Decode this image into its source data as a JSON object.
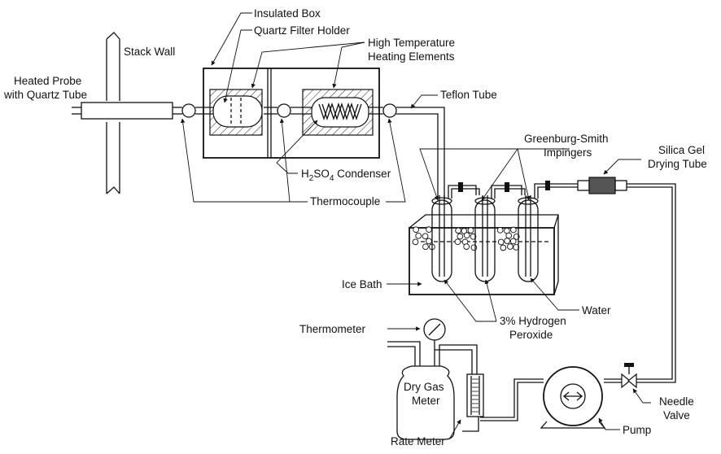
{
  "labels": {
    "insulated_box": "Insulated Box",
    "quartz_filter_holder": "Quartz Filter Holder",
    "high_temperature": "High Temperature",
    "heating_elements": "Heating Elements",
    "stack_wall": "Stack Wall",
    "heated_probe": "Heated Probe",
    "with_quartz_tube": "with Quartz Tube",
    "teflon_tube": "Teflon Tube",
    "greenburg_smith": "Greenburg-Smith",
    "impingers": "Impingers",
    "silica_gel": "Silica Gel",
    "drying_tube": "Drying Tube",
    "h2so4_h": "H",
    "h2so4_sub2": "2",
    "h2so4_so": "SO",
    "h2so4_sub4": "4",
    "h2so4_condenser": " Condenser",
    "thermocouple": "Thermocouple",
    "ice_bath": "Ice Bath",
    "water": "Water",
    "hydrogen": "3% Hydrogen",
    "peroxide": "Peroxide",
    "thermometer": "Thermometer",
    "dry_gas": "Dry Gas",
    "meter": "Meter",
    "needle": "Needle",
    "valve": "Valve",
    "pump": "Pump",
    "rate_meter": "Rate Meter"
  }
}
